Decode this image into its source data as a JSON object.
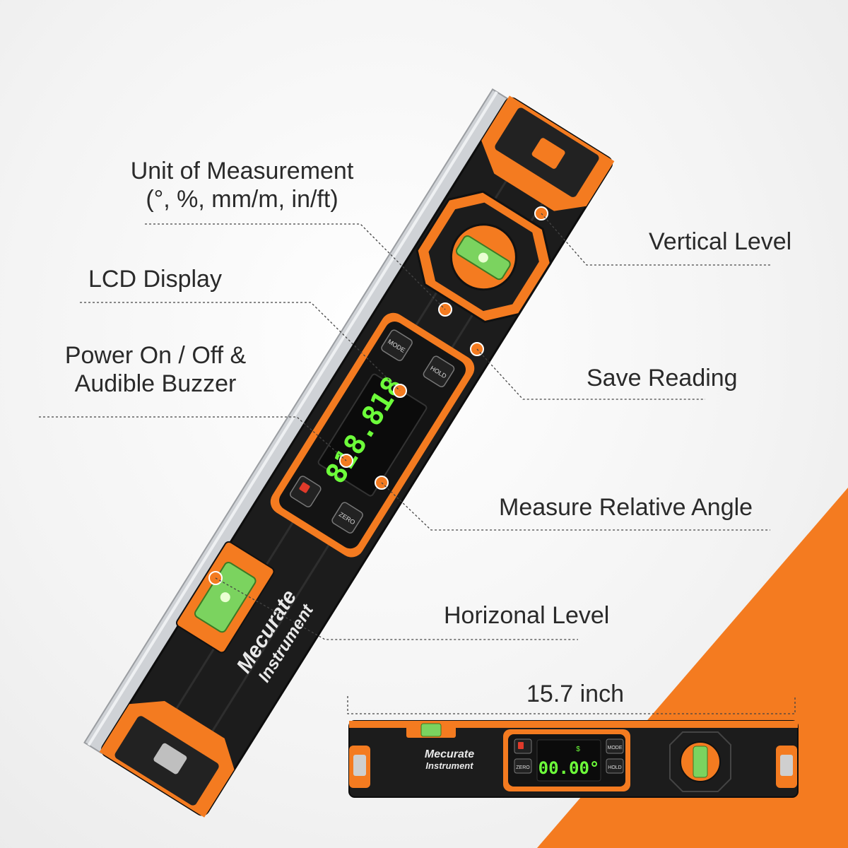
{
  "callouts": {
    "unit_line1": "Unit of Measurement",
    "unit_line2": "(°, %, mm/m, in/ft)",
    "lcd": "LCD Display",
    "power_line1": "Power On / Off &",
    "power_line2": "Audible Buzzer",
    "vertical": "Vertical Level",
    "save": "Save Reading",
    "relative": "Measure Relative Angle",
    "horizontal": "Horizonal Level",
    "length": "15.7 inch"
  },
  "device": {
    "brand_line1": "Mecurate",
    "brand_line2": "Instrument",
    "button_mode": "MODE",
    "button_hold": "HOLD",
    "button_zero": "ZERO",
    "lcd_main_reading": "818.818",
    "lcd_small_reading": "00.00°",
    "lcd_small_unit": "$"
  },
  "colors": {
    "accent_orange": "#f47b20",
    "body_black": "#1c1c1c",
    "lcd_green": "#6dff3a",
    "text_gray": "#2a2a2a"
  }
}
